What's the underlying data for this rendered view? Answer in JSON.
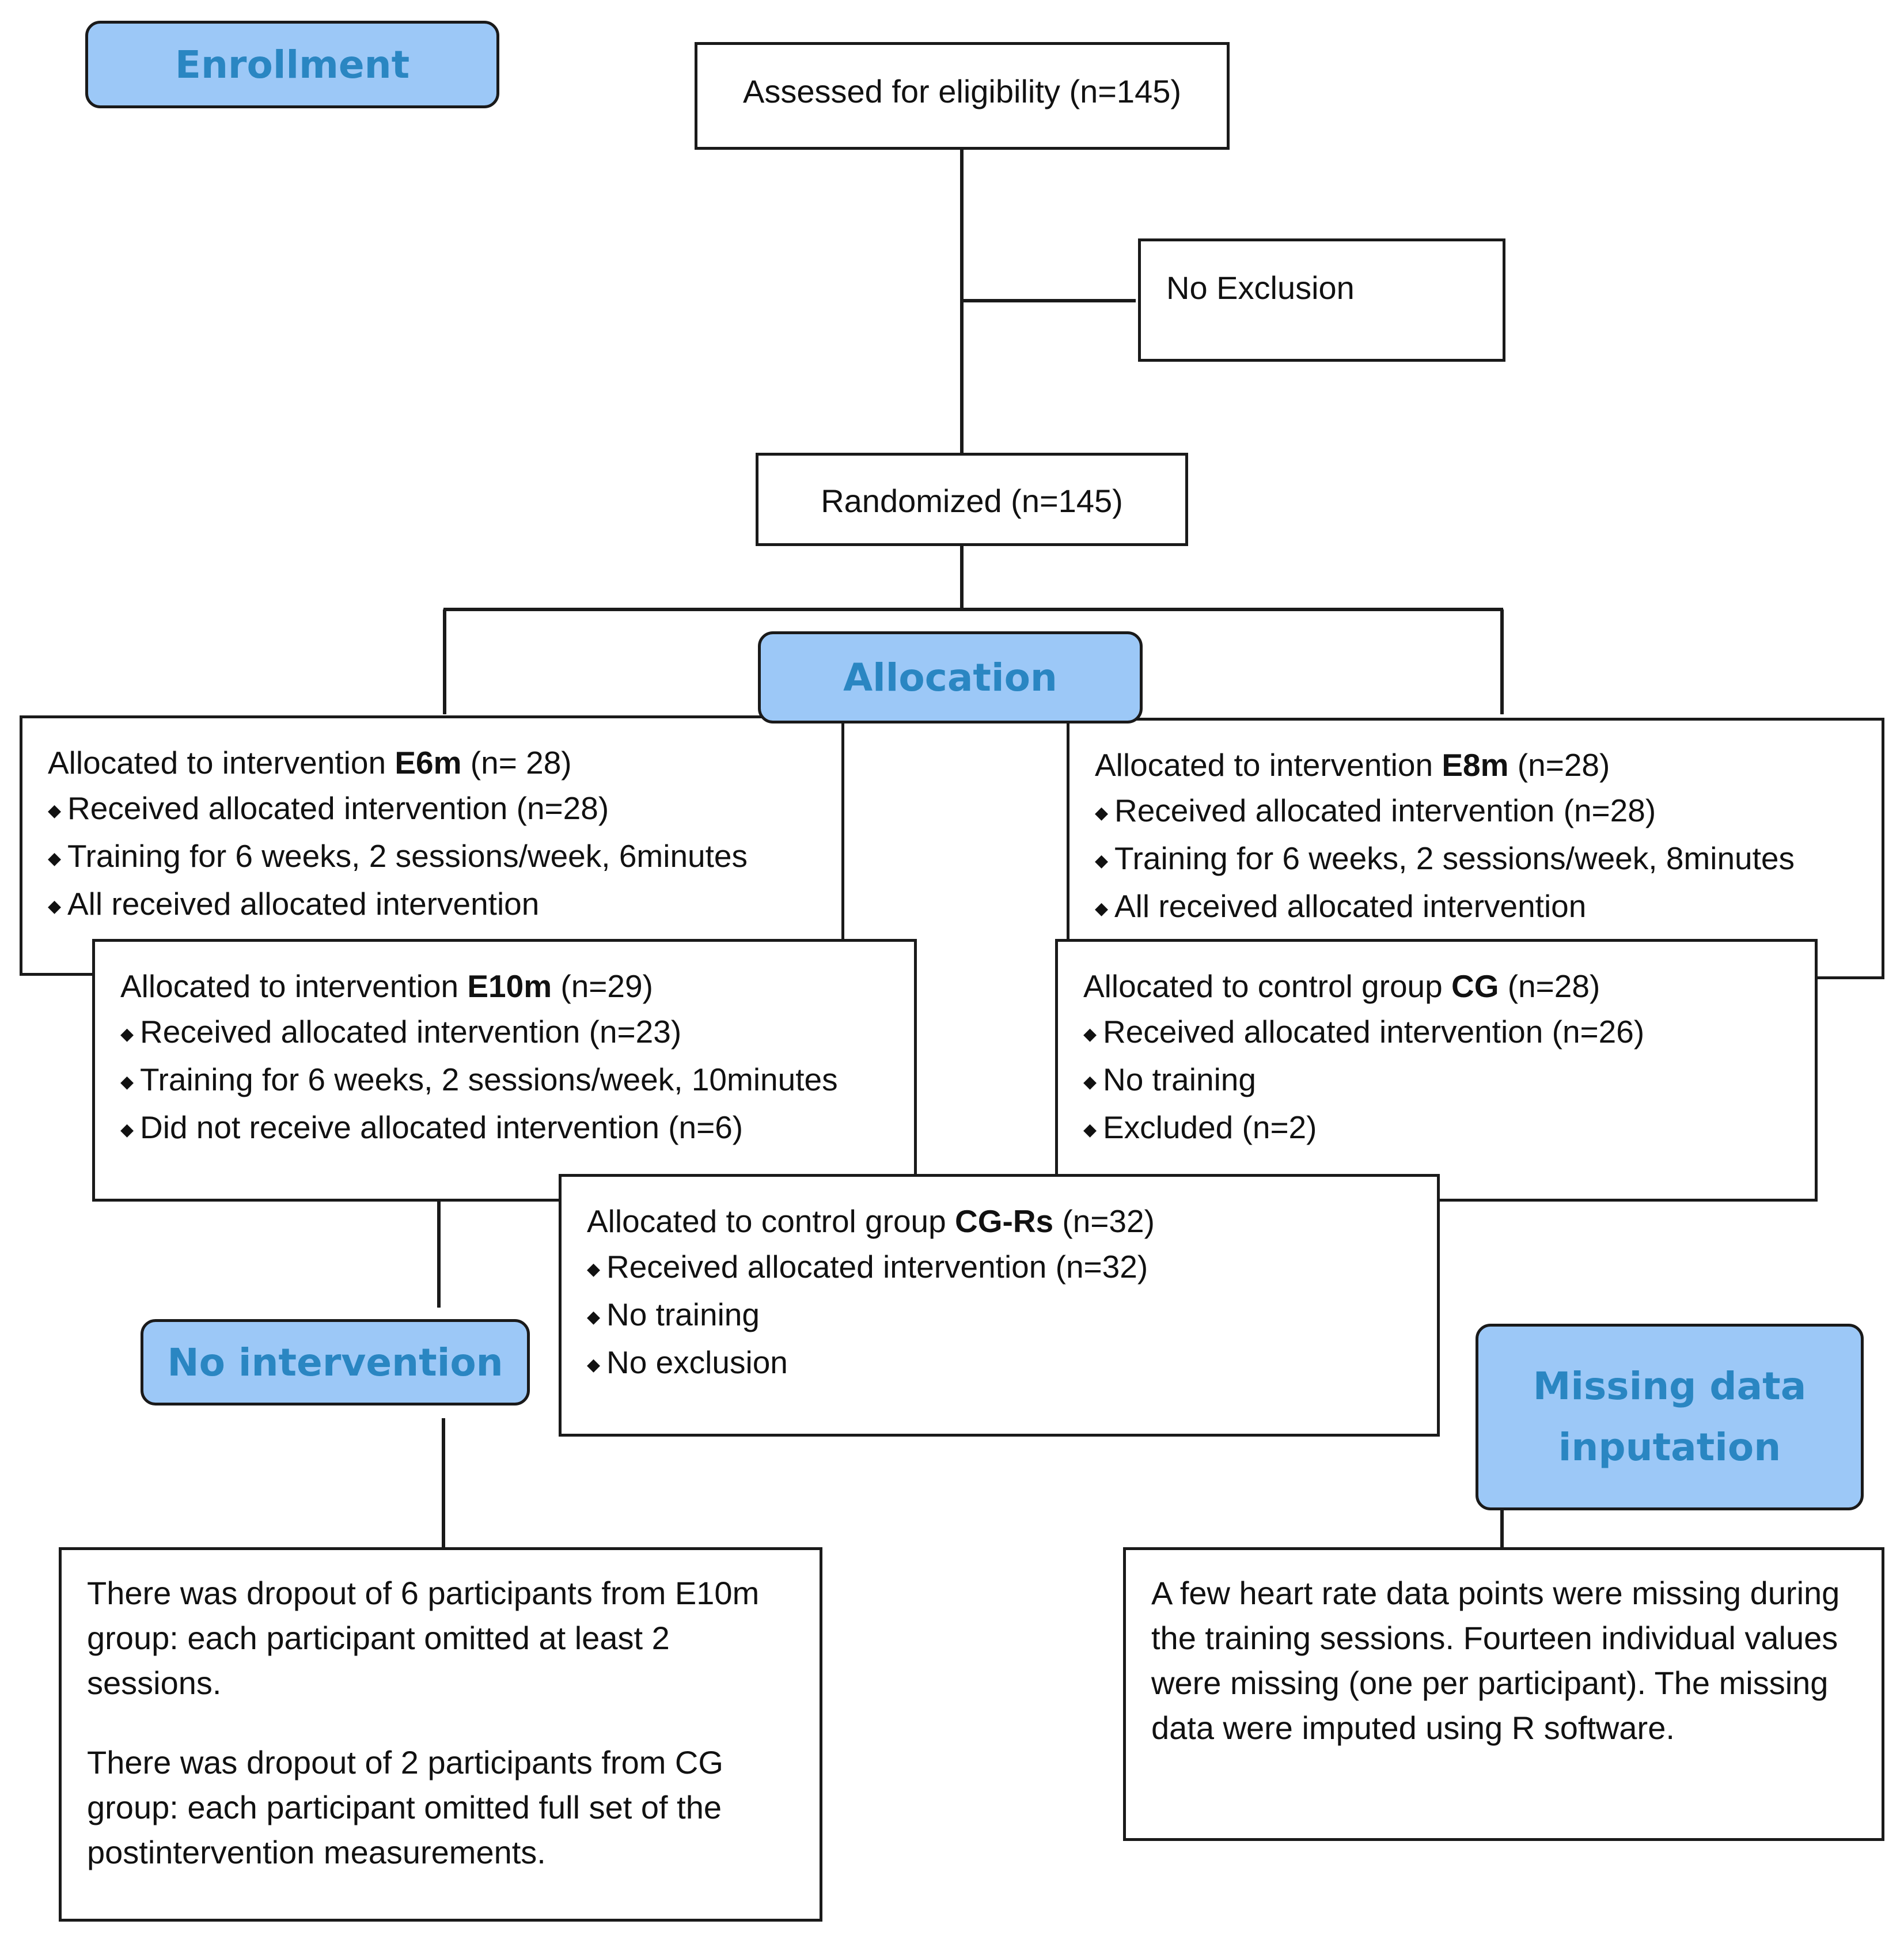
{
  "phases": {
    "enrollment": "Enrollment",
    "allocation": "Allocation",
    "no_intervention": "No intervention",
    "missing_data": [
      "Missing data",
      "inputation"
    ]
  },
  "boxes": {
    "assessed": "Assessed for eligibility (n=145)",
    "no_exclusion": "No Exclusion",
    "randomized": "Randomized (n=145)",
    "e6m": {
      "head_pre": "Allocated to intervention ",
      "head_bold": "E6m",
      "head_post": " (n= 28)",
      "bullets": [
        "Received allocated intervention (n=28)",
        "Training for 6 weeks, 2 sessions/week, 6minutes",
        "All received allocated intervention"
      ]
    },
    "e8m": {
      "head_pre": "Allocated to intervention ",
      "head_bold": "E8m",
      "head_post": " (n=28)",
      "bullets": [
        "Received allocated intervention (n=28)",
        "Training for 6 weeks, 2 sessions/week, 8minutes",
        "All received allocated intervention"
      ]
    },
    "e10m": {
      "head_pre": "Allocated to intervention ",
      "head_bold": "E10m",
      "head_post": " (n=29)",
      "bullets": [
        "Received allocated intervention (n=23)",
        "Training for 6 weeks, 2 sessions/week, 10minutes",
        "Did not receive allocated intervention (n=6)"
      ]
    },
    "cg": {
      "head_pre": "Allocated to control group ",
      "head_bold": "CG",
      "head_post": " (n=28)",
      "bullets": [
        "Received allocated intervention (n=26)",
        "No training",
        "Excluded (n=2)"
      ]
    },
    "cgrs": {
      "head_pre": "Allocated to control group ",
      "head_bold": "CG-Rs",
      "head_post": " (n=32)",
      "bullets": [
        "Received allocated intervention (n=32)",
        "No training",
        "No exclusion"
      ]
    },
    "dropout": [
      "There was dropout of 6 participants from E10m group: each participant omitted at least 2 sessions.",
      "There was dropout of 2 participants from CG group: each participant omitted full set of the postintervention measurements."
    ],
    "missing_note": "A few heart rate data points were missing during the training sessions. Fourteen individual values were missing (one per participant). The missing data were imputed using R software."
  },
  "bullet_glyph": "◆",
  "colors": {
    "phase_fill": "#9cc8f7",
    "phase_text": "#2a86c2",
    "stroke": "#1a1a1a"
  }
}
